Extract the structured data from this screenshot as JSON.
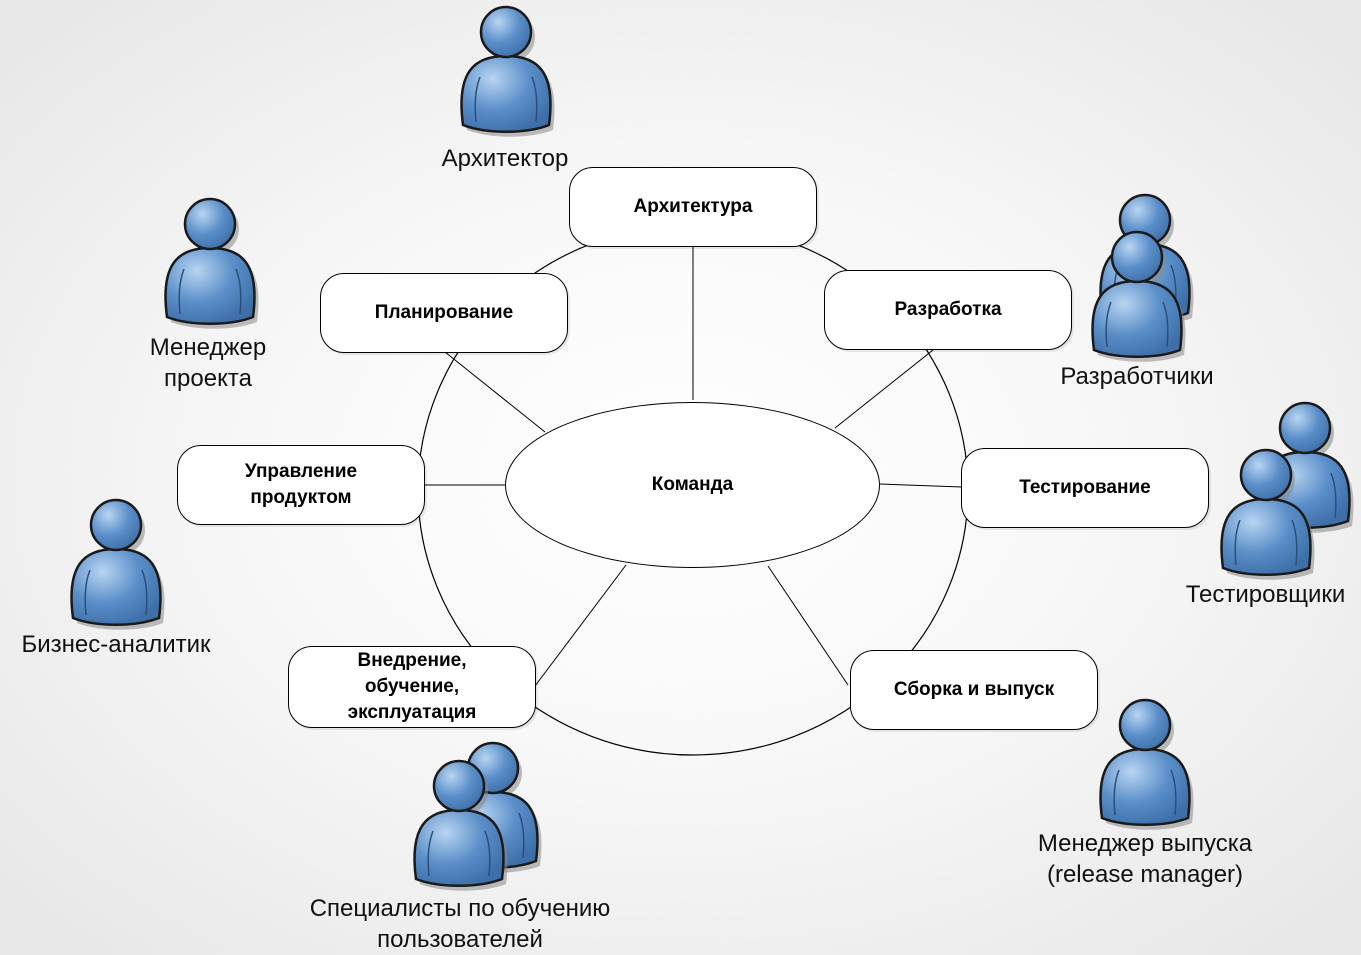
{
  "center": {
    "label": "Команда"
  },
  "areas": {
    "architecture": "Архитектура",
    "development": "Разработка",
    "testing": "Тестирование",
    "build_release": "Сборка и выпуск",
    "deployment": "Внедрение,\nобучение,\nэксплуатация",
    "product_management": "Управление\nпродуктом",
    "planning": "Планирование"
  },
  "roles": {
    "architect": "Архитектор",
    "project_manager": "Менеджер\nпроекта",
    "developers": "Разработчики",
    "testers": "Тестировщики",
    "business_analyst": "Бизнес-аналитик",
    "trainers": "Специалисты по обучению\nпользователей",
    "release_manager": "Менеджер выпуска\n(release manager)"
  },
  "colors": {
    "person_body": "#5b8fc9",
    "person_highlight": "#a9c9ec",
    "person_outline": "#1a1a1a",
    "person_shadow": "#999999"
  }
}
